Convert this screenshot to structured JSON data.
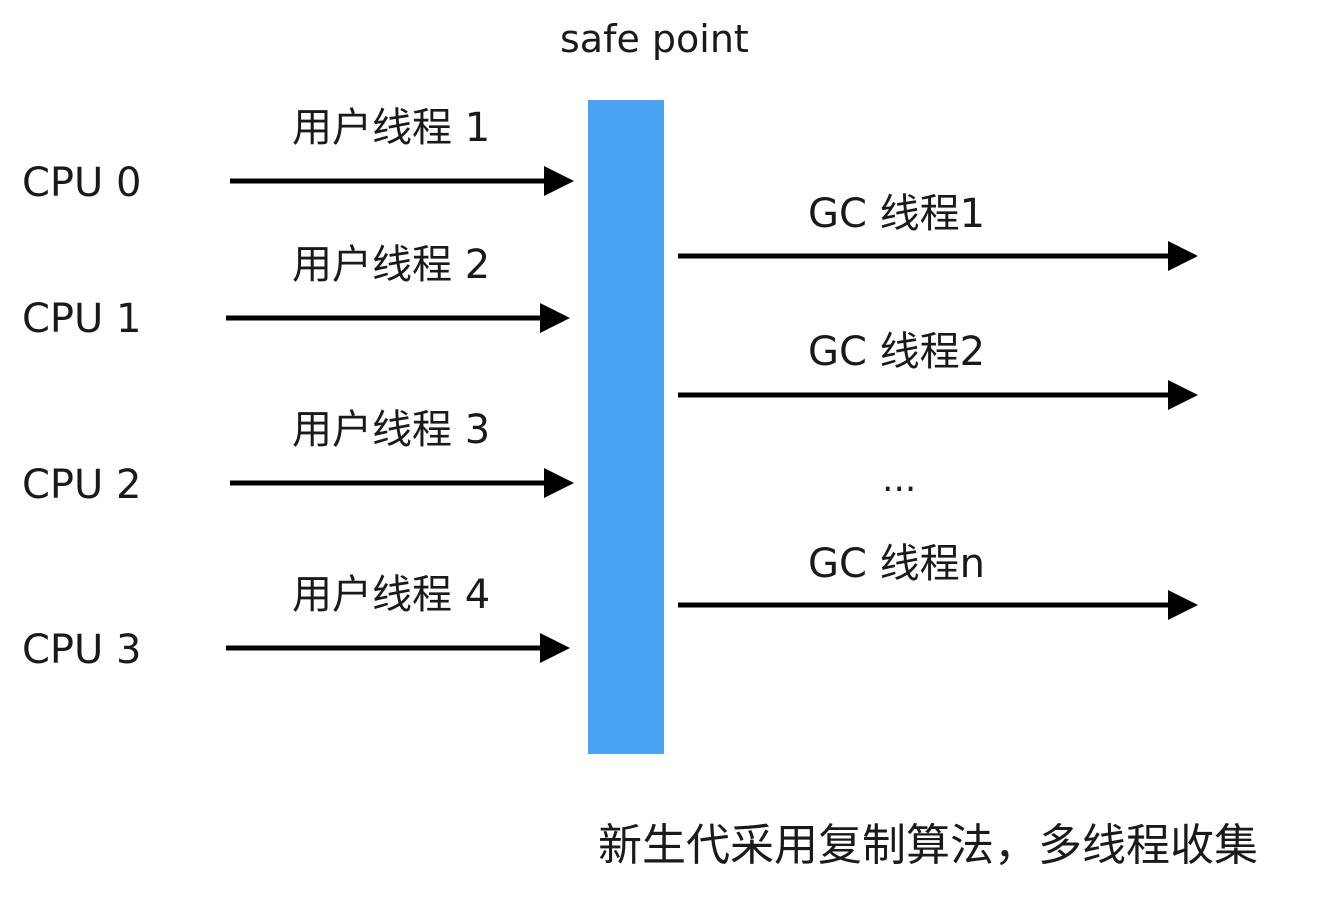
{
  "safe_point": {
    "label": "safe point",
    "color": "#4ba3f5"
  },
  "cpus": [
    {
      "label": "CPU 0",
      "thread": "用户线程 1"
    },
    {
      "label": "CPU 1",
      "thread": "用户线程 2"
    },
    {
      "label": "CPU 2",
      "thread": "用户线程 3"
    },
    {
      "label": "CPU 3",
      "thread": "用户线程 4"
    }
  ],
  "gc_threads": [
    "GC 线程1",
    "GC 线程2",
    "GC 线程n"
  ],
  "ellipsis": "...",
  "caption": "新生代采用复制算法，多线程收集",
  "arrow_color": "#000000"
}
